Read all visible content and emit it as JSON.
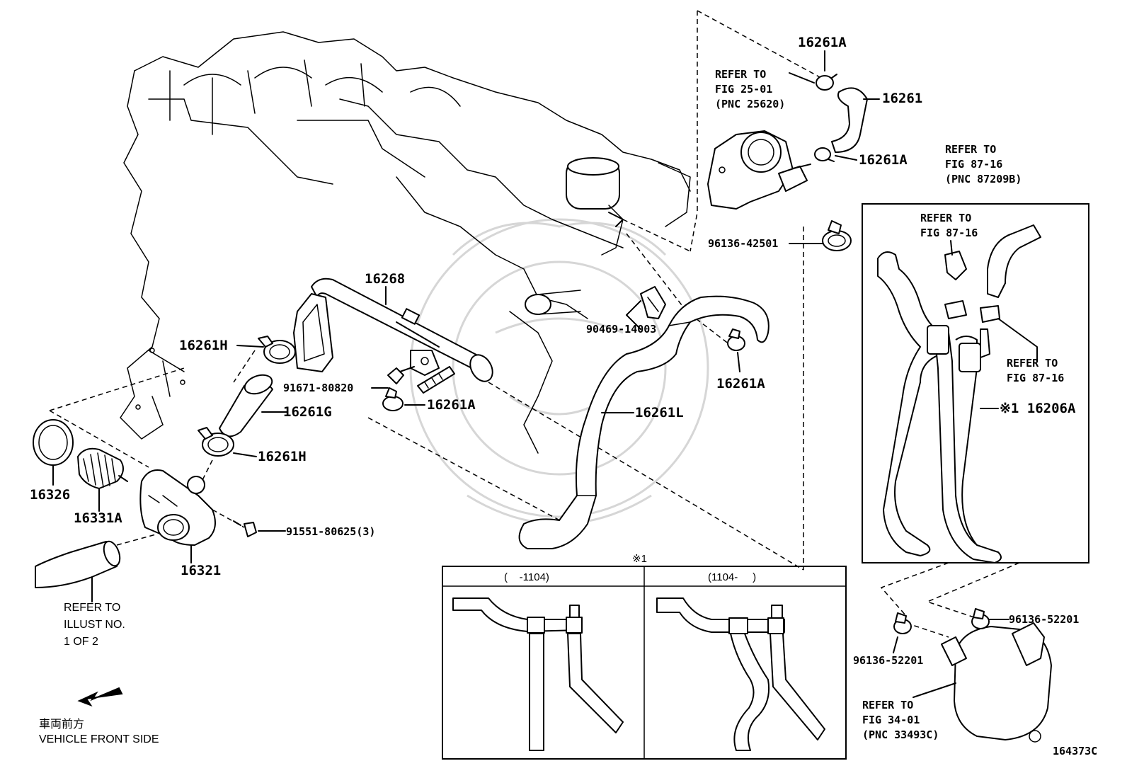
{
  "labels": {
    "p16261A_top": "16261A",
    "p16261": "16261",
    "p16261A_mid": "16261A",
    "p96136_42501": "96136-42501",
    "p16268": "16268",
    "p90469_14003": "90469-14003",
    "p16261A_right": "16261A",
    "p16261H_top": "16261H",
    "p91671_80820": "91671-80820",
    "p16261A_low": "16261A",
    "p16261G": "16261G",
    "p16261L": "16261L",
    "p16261H_low": "16261H",
    "p16326": "16326",
    "p16331A": "16331A",
    "p91551_80625": "91551-80625(3)",
    "p16321": "16321",
    "p16206A": "※1 16206A",
    "p96136_52201_a": "96136-52201",
    "p96136_52201_b": "96136-52201",
    "diagram_code": "164373C"
  },
  "refs": {
    "fig25": [
      "REFER TO",
      "FIG 25-01",
      "(PNC 25620)"
    ],
    "fig87_top": [
      "REFER TO",
      "FIG 87-16",
      "(PNC 87209B)"
    ],
    "fig87_inner": [
      "REFER TO",
      "FIG 87-16"
    ],
    "fig87_right": [
      "REFER TO",
      "FIG 87-16"
    ],
    "fig34": [
      "REFER TO",
      "FIG 34-01",
      "(PNC 33493C)"
    ],
    "illust": [
      "REFER TO",
      "ILLUST NO.",
      "1 OF 2"
    ]
  },
  "front": {
    "jp": "車両前方",
    "en": "VEHICLE FRONT SIDE"
  },
  "variants": {
    "marker": "※1",
    "left": "(    -1104)",
    "right": "(1104-     )"
  }
}
